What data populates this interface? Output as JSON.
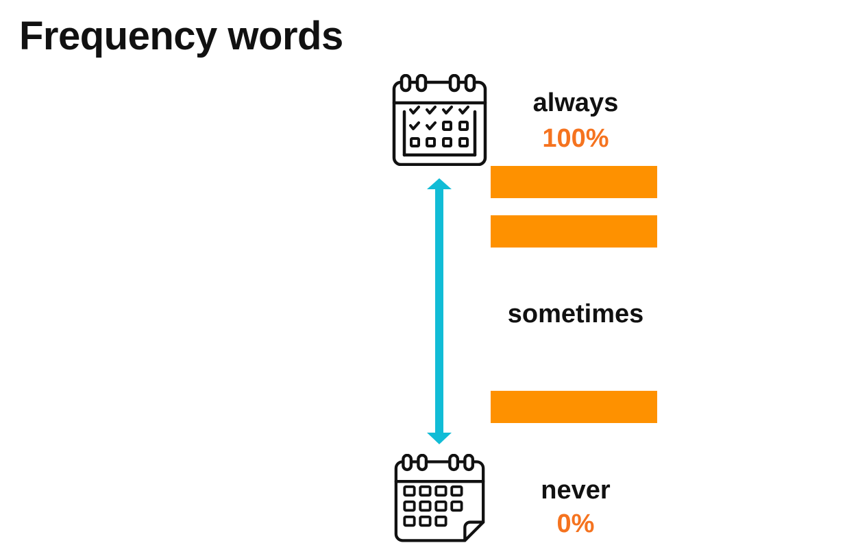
{
  "title": "Frequency words",
  "scale": {
    "top": {
      "word": "always",
      "percent": "100%"
    },
    "middle": {
      "word": "sometimes"
    },
    "bottom": {
      "word": "never",
      "percent": "0%"
    }
  },
  "blanks": [
    {
      "answer": ""
    },
    {
      "answer": ""
    },
    {
      "answer": ""
    }
  ],
  "colors": {
    "accent_orange": "#fe9100",
    "percent_orange": "#f5731f",
    "arrow_cyan": "#11bcd6",
    "text": "#111111"
  },
  "icons": {
    "top": "calendar-all-checked-icon",
    "bottom": "calendar-empty-icon",
    "arrow": "double-headed-vertical-arrow-icon"
  }
}
